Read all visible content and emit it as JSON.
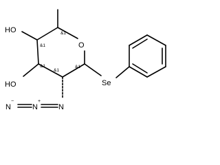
{
  "molecule": {
    "atoms": {
      "ring_oxygen": "O",
      "selenium": "Se",
      "hydroxyl_top": "HO",
      "hydroxyl_bottom": "HO",
      "azide_n1": "N",
      "azide_n2": "N",
      "azide_n3": "N",
      "azide_n2_charge": "+",
      "azide_n3_charge": "−"
    },
    "stereo_labels": {
      "c5": "&1",
      "c4": "&1",
      "c3": "&1",
      "c2": "&1",
      "c1": "&1"
    }
  }
}
